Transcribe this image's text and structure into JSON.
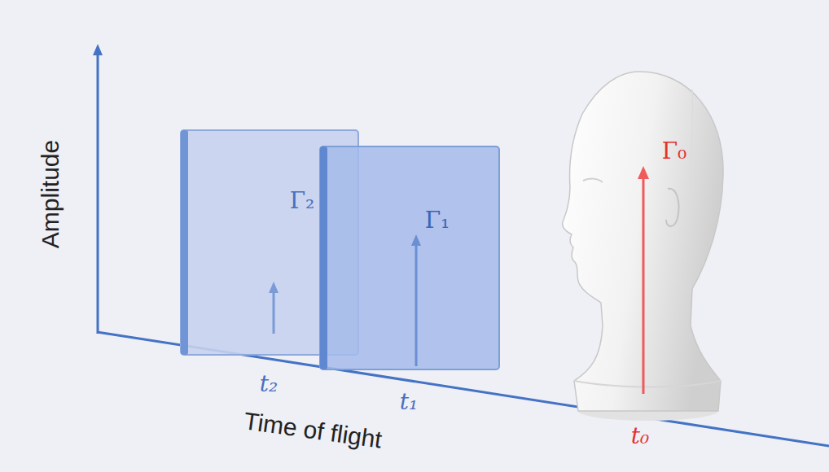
{
  "diagram": {
    "labels": [
      "Amplitude",
      "Time of flight",
      "Γ₂",
      "Γ₁",
      "Γ₀",
      "t₂",
      "t₁",
      "t₀"
    ]
  }
}
